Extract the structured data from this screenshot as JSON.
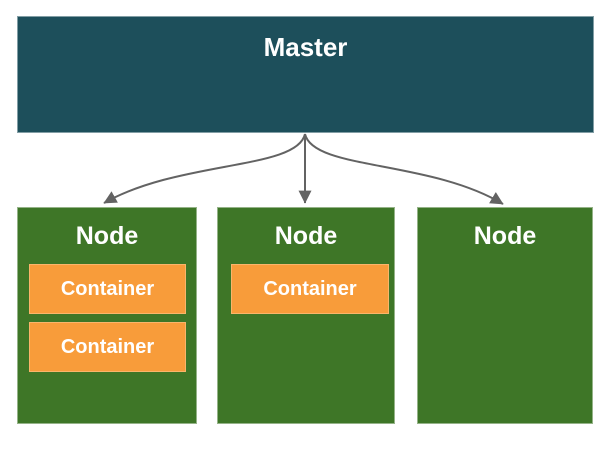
{
  "diagram": {
    "master": {
      "label": "Master"
    },
    "nodes": [
      {
        "label": "Node",
        "containers": [
          {
            "label": "Container"
          },
          {
            "label": "Container"
          }
        ]
      },
      {
        "label": "Node",
        "containers": [
          {
            "label": "Container"
          }
        ]
      },
      {
        "label": "Node",
        "containers": []
      }
    ],
    "colors": {
      "master_fill": "#1d4f5b",
      "node_fill": "#3e7627",
      "container_fill": "#f89c3a",
      "arrow": "#636363",
      "label_text": "#ffffff"
    }
  }
}
